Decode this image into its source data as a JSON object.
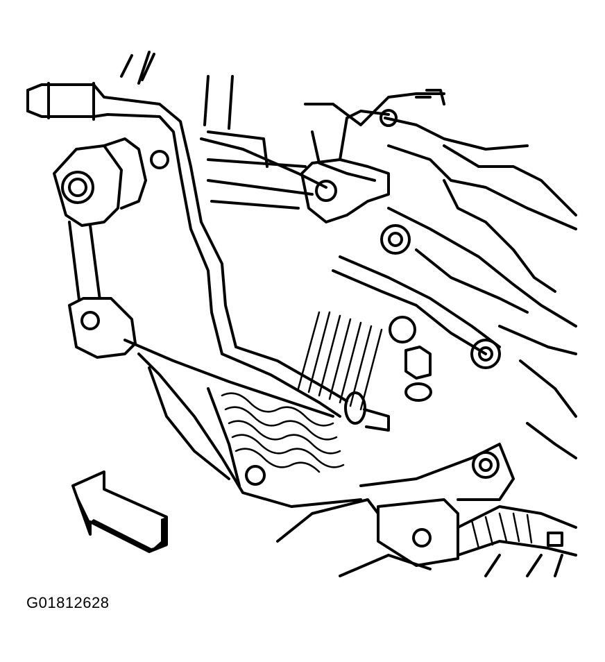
{
  "figure": {
    "id_label": "G01812628",
    "style": "black line-art technical illustration on white",
    "components": [
      "stabilizer-bar",
      "stabilizer-bar-link",
      "stabilizer-bar-bushing-bracket",
      "control-arm",
      "coil-spring",
      "frame-rail",
      "suspension-bolts",
      "direction-arrow"
    ]
  }
}
